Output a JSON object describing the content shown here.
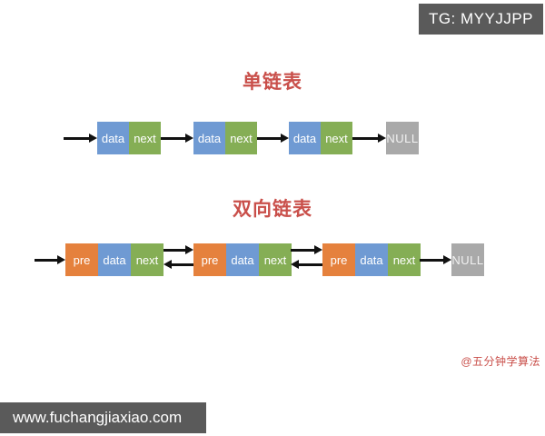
{
  "badge": {
    "text": "TG: MYYJJPP"
  },
  "watermark": "@五分钟学算法",
  "footer": {
    "url": "www.fuchangjiaxiao.com"
  },
  "singly": {
    "title": "单链表",
    "null_label": "NULL",
    "nodes": [
      [
        "data",
        "next"
      ],
      [
        "data",
        "next"
      ],
      [
        "data",
        "next"
      ]
    ]
  },
  "doubly": {
    "title": "双向链表",
    "null_label": "NULL",
    "nodes": [
      [
        "pre",
        "data",
        "next"
      ],
      [
        "pre",
        "data",
        "next"
      ],
      [
        "pre",
        "data",
        "next"
      ]
    ]
  },
  "colors": {
    "blue": "#6f9ad3",
    "green": "#85ae55",
    "orange": "#e5813d",
    "gray_node": "#a9a9a9",
    "dark_bar": "#5a5a5a",
    "title_red": "#c94f4a",
    "arrow_black": "#111111"
  }
}
